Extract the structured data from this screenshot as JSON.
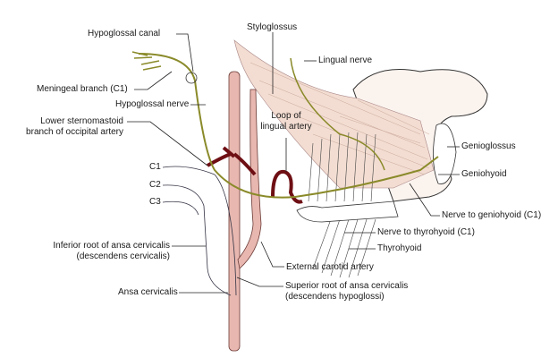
{
  "labels": {
    "hypoglossal_canal": "Hypoglossal canal",
    "styloglossus": "Styloglossus",
    "lingual_nerve": "Lingual nerve",
    "meningeal_branch": "Meningeal branch (C1)",
    "hypoglossal_nerve": "Hypoglossal nerve",
    "lower_sternomastoid_1": "Lower sternomastoid",
    "lower_sternomastoid_2": "branch of occipital artery",
    "loop_lingual_1": "Loop of",
    "loop_lingual_2": "lingual artery",
    "genioglossus": "Genioglossus",
    "c1": "C1",
    "c2": "C2",
    "c3": "C3",
    "geniohyoid": "Geniohyoid",
    "nerve_to_geniohyoid": "Nerve to geniohyoid (C1)",
    "nerve_to_thyrohyoid": "Nerve to thyrohyoid (C1)",
    "thyrohyoid": "Thyrohyoid",
    "inferior_root_1": "Inferior root of ansa cervicalis",
    "inferior_root_2": "(descendens cervicalis)",
    "external_carotid": "External carotid artery",
    "ansa_cervicalis": "Ansa cervicalis",
    "superior_root_1": "Superior root of ansa cervicalis",
    "superior_root_2": "(descendens hypoglossi)"
  },
  "colors": {
    "nerve": "#8a8a2a",
    "artery_light": "#e8b8b0",
    "artery_dark": "#6e0f14",
    "muscle": "#f3ddd2"
  }
}
